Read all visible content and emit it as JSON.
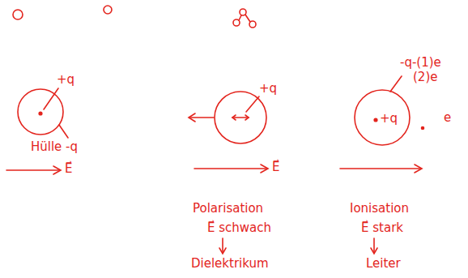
{
  "diagram": {
    "labels": [
      "+q",
      "Hülle -q",
      "E⃗",
      "+q",
      "E⃗",
      "Polarisation",
      "E⃗ schwach",
      "Dielektrikum",
      "-q-(1)e",
      "(2)e",
      "+q",
      "e",
      "Ionisation",
      "E⃗ stark",
      "Leiter"
    ]
  }
}
